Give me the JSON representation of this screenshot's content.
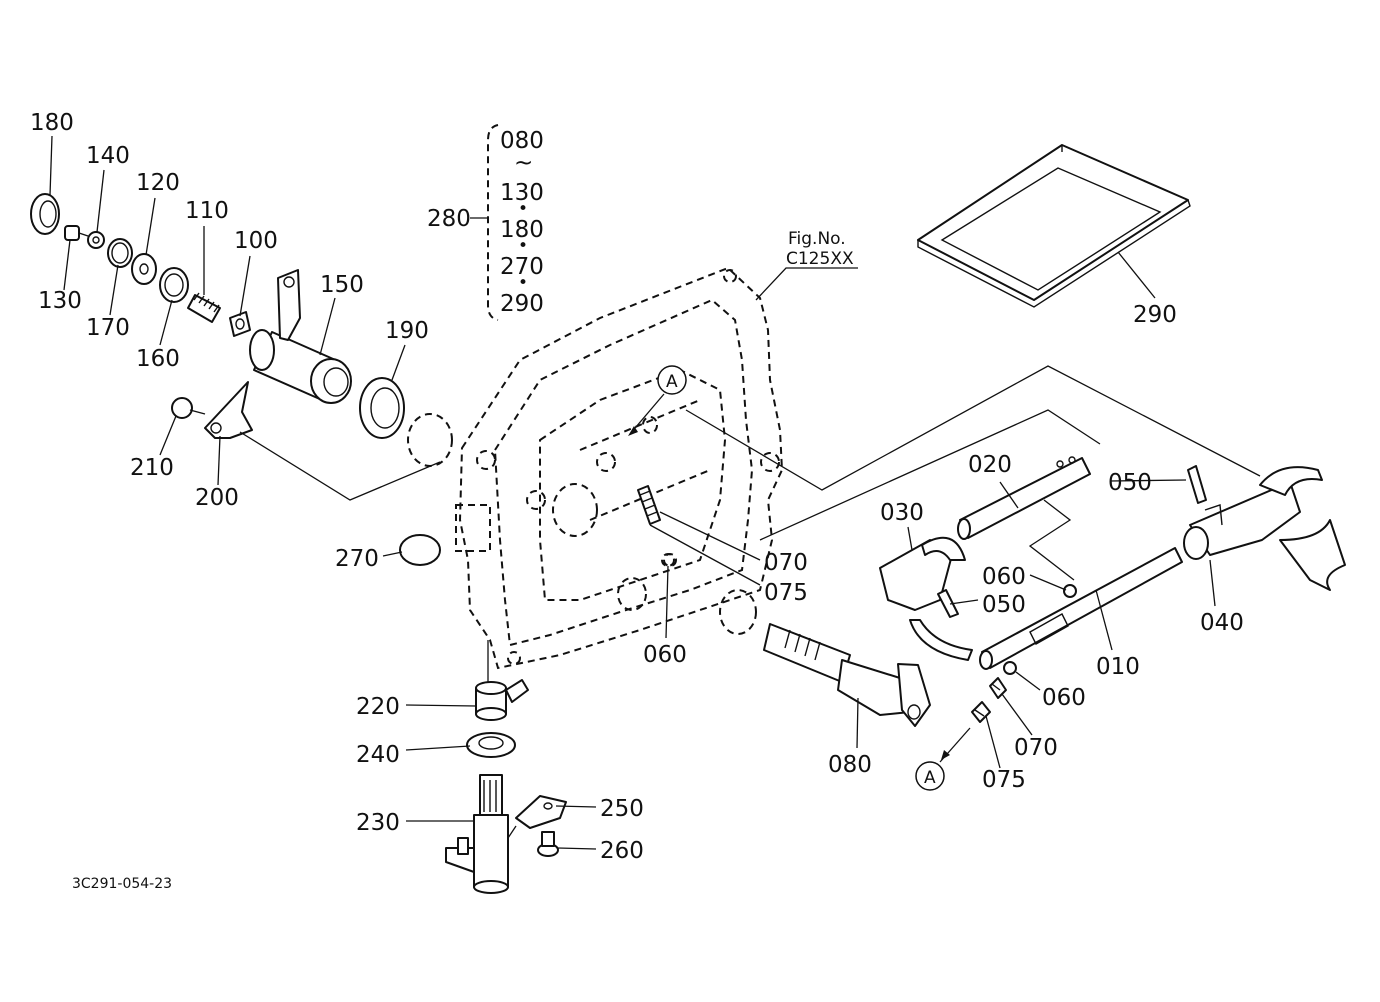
{
  "figure": {
    "code": "3C291-054-23",
    "fig_ref_line1": "Fig.No.",
    "fig_ref_line2": "C125XX",
    "marker": "A"
  },
  "group_280": {
    "label": "280",
    "items": [
      "080",
      "~",
      "130",
      "•",
      "180",
      "•",
      "270",
      "•",
      "290"
    ]
  },
  "callouts": {
    "p180": "180",
    "p140": "140",
    "p120": "120",
    "p110": "110",
    "p100": "100",
    "p130": "130",
    "p170": "170",
    "p160": "160",
    "p150": "150",
    "p190": "190",
    "p210": "210",
    "p200": "200",
    "p270": "270",
    "p020": "020",
    "p030": "030",
    "p050a": "050",
    "p050b": "050",
    "p060a": "060",
    "p060b": "060",
    "p060c": "060",
    "p070a": "070",
    "p070b": "070",
    "p075a": "075",
    "p075b": "075",
    "p040": "040",
    "p010": "010",
    "p080": "080",
    "p220": "220",
    "p240": "240",
    "p230": "230",
    "p250": "250",
    "p260": "260",
    "p290": "290"
  }
}
